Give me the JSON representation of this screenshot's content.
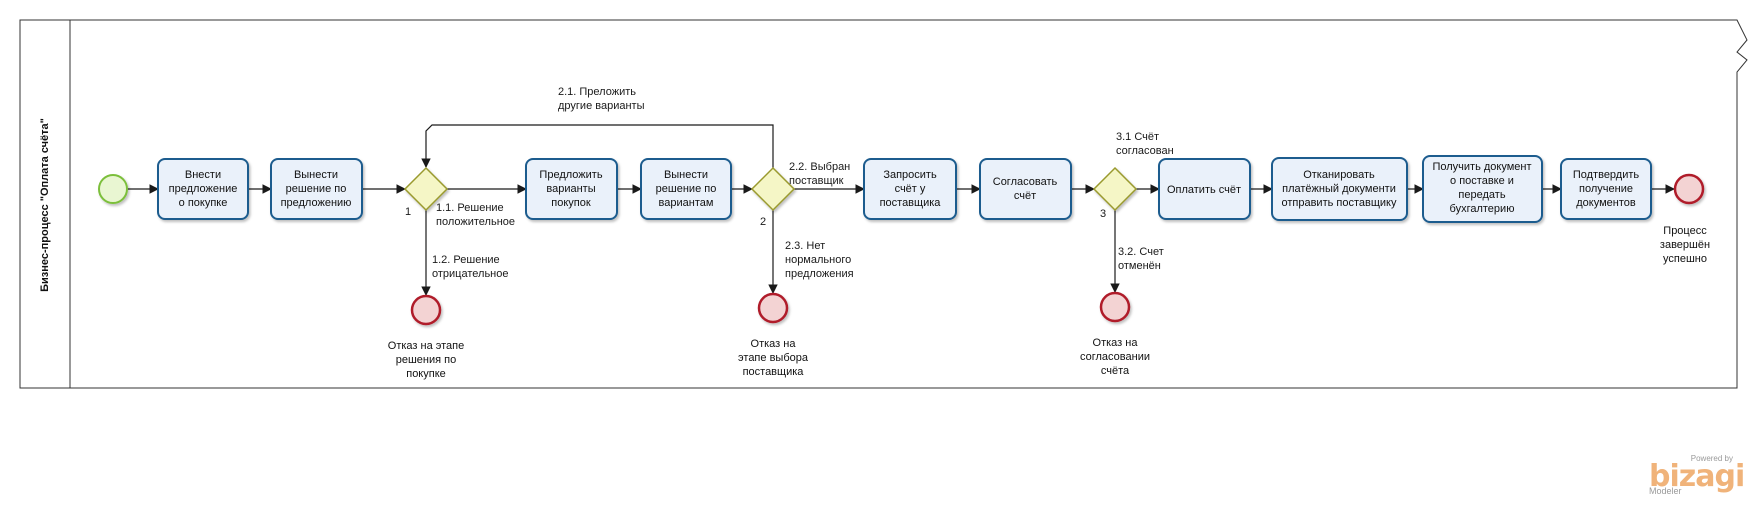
{
  "pool_title": "Бизнес-процесс \"Оплата счёта\"",
  "tasks": [
    {
      "id": "t1",
      "lines": [
        "Внести",
        "предложение",
        "о покупке"
      ]
    },
    {
      "id": "t2",
      "lines": [
        "Вынести",
        "решение по",
        "предложению"
      ]
    },
    {
      "id": "t3",
      "lines": [
        "Предложить",
        "варианты",
        "покупок"
      ]
    },
    {
      "id": "t4",
      "lines": [
        "Вынести",
        "решение по",
        "вариантам"
      ]
    },
    {
      "id": "t5",
      "lines": [
        "Запросить",
        "счёт у",
        "поставщика"
      ]
    },
    {
      "id": "t6",
      "lines": [
        "Согласовать",
        "счёт"
      ]
    },
    {
      "id": "t7",
      "lines": [
        "Оплатить счёт"
      ]
    },
    {
      "id": "t8",
      "lines": [
        "Отканировать",
        "платёжный документи",
        "отправить поставщику"
      ]
    },
    {
      "id": "t9",
      "lines": [
        "Получить документ",
        "о поставке и",
        "передать",
        "бухгалтерию"
      ]
    },
    {
      "id": "t10",
      "lines": [
        "Подтвердить",
        "получение",
        "документов"
      ]
    }
  ],
  "gateways": [
    {
      "id": "g1",
      "label": "1"
    },
    {
      "id": "g2",
      "label": "2"
    },
    {
      "id": "g3",
      "label": "3"
    }
  ],
  "flow_labels": [
    {
      "id": "f11",
      "lines": [
        "1.1. Решение",
        "положительное"
      ]
    },
    {
      "id": "f12",
      "lines": [
        "1.2. Решение",
        "отрицательное"
      ]
    },
    {
      "id": "f21",
      "lines": [
        "2.1. Преложить",
        "другие варианты"
      ]
    },
    {
      "id": "f22",
      "lines": [
        "2.2. Выбран",
        "поставщик"
      ]
    },
    {
      "id": "f23",
      "lines": [
        "2.3. Нет",
        "нормального",
        "предложения"
      ]
    },
    {
      "id": "f31",
      "lines": [
        "3.1 Счёт",
        "согласован"
      ]
    },
    {
      "id": "f32",
      "lines": [
        "3.2.  Счет",
        "отменён"
      ]
    }
  ],
  "end_events": [
    {
      "id": "e1",
      "lines": [
        "Отказ на этапе",
        "решения по",
        "покупке"
      ]
    },
    {
      "id": "e2",
      "lines": [
        "Отказ на",
        "этапе выбора",
        "поставщика"
      ]
    },
    {
      "id": "e3",
      "lines": [
        "Отказ на",
        "согласовании",
        "счёта"
      ]
    },
    {
      "id": "e4",
      "lines": [
        "Процесс",
        "завершён",
        "успешно"
      ]
    }
  ],
  "watermark": {
    "powered": "Powered by",
    "brand": "bizagi",
    "product": "Modeler"
  },
  "colors": {
    "task_fill": "#eaf1fa",
    "task_stroke": "#1f5c8e",
    "gateway_fill": "#f5f6c6",
    "gateway_stroke": "#9a9a2e",
    "start_fill": "#e9f6d2",
    "start_stroke": "#7bbf3b",
    "end_fill": "#f3d3d3",
    "end_stroke": "#b01e2c",
    "brand": "#f0b37a"
  }
}
